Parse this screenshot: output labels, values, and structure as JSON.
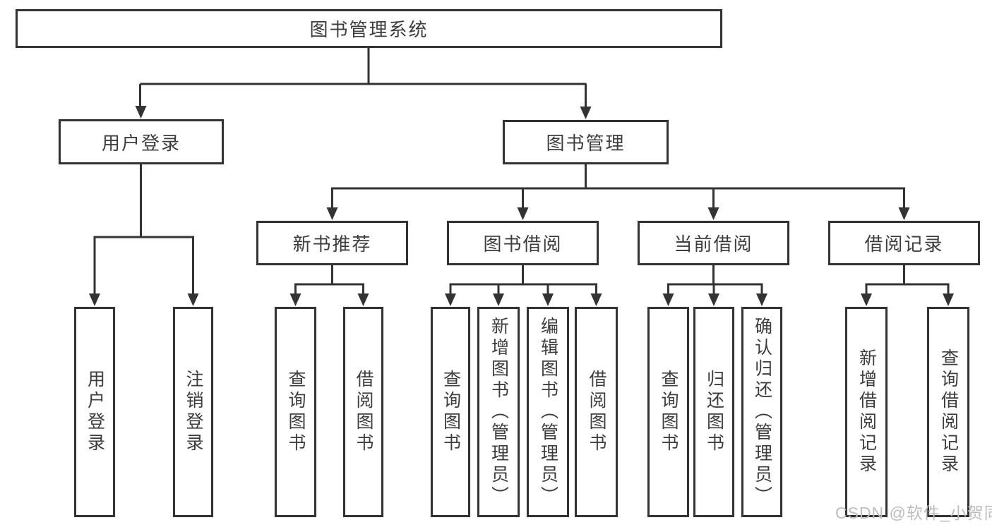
{
  "tree": {
    "root": {
      "label": "图书管理系统"
    },
    "login": {
      "label": "用户登录",
      "children": [
        "用户登录",
        "注销登录"
      ]
    },
    "mgmt": {
      "label": "图书管理",
      "sections": [
        {
          "label": "新书推荐",
          "children": [
            "查询图书",
            "借阅图书"
          ]
        },
        {
          "label": "图书借阅",
          "children": [
            "查询图书",
            "新增图书（管理员）",
            "编辑图书（管理员）",
            "借阅图书"
          ]
        },
        {
          "label": "当前借阅",
          "children": [
            "查询图书",
            "归还图书",
            "确认归还（管理员）"
          ]
        },
        {
          "label": "借阅记录",
          "children": [
            "新增借阅记录",
            "查询借阅记录"
          ]
        }
      ]
    }
  },
  "watermark": "CSDN @软件_小贺同学",
  "colors": {
    "line": "#333333",
    "text": "#3d3d3d",
    "watermark": "#bdbdbd",
    "background": "#ffffff"
  }
}
